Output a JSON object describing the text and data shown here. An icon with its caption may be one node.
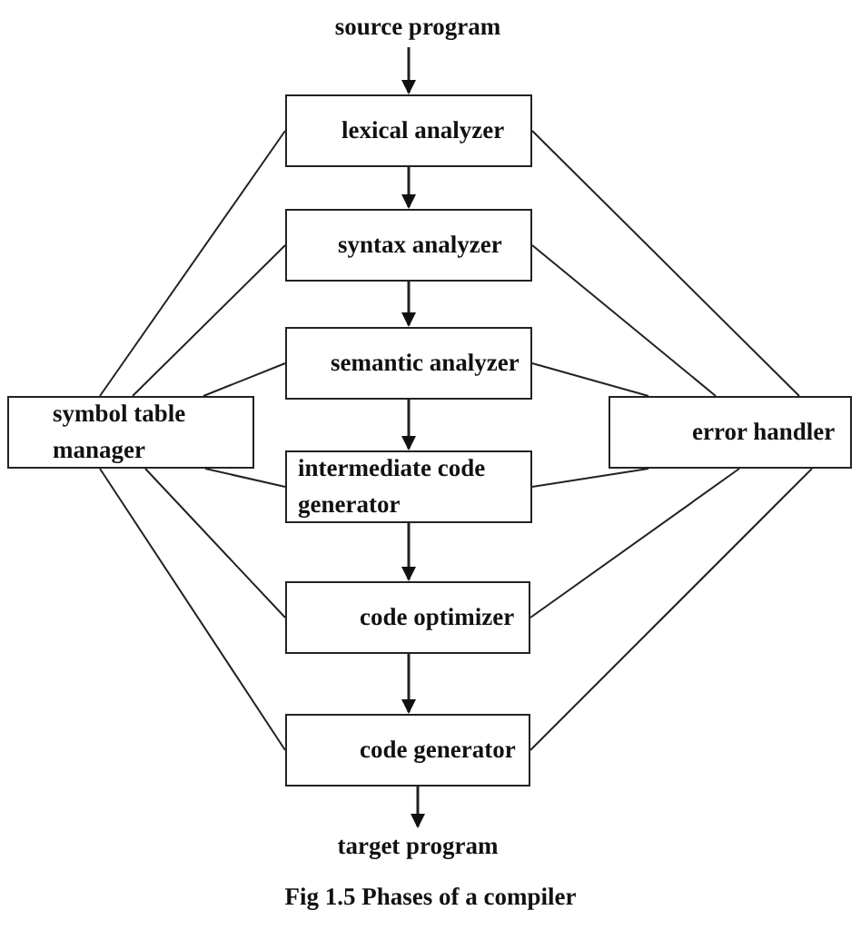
{
  "diagram": {
    "caption": "Fig 1.5 Phases of a compiler",
    "nodes": [
      {
        "text": [
          "source program"
        ]
      },
      {
        "text": [
          "lexical analyzer"
        ]
      },
      {
        "text": [
          "syntax analyzer"
        ]
      },
      {
        "text": [
          "semantic analyzer"
        ]
      },
      {
        "text": [
          "symbol table manager"
        ]
      },
      {
        "text": [
          "intermediate code generator"
        ]
      },
      {
        "text": [
          "error handler"
        ]
      },
      {
        "text": [
          "code optimizer"
        ]
      },
      {
        "text": [
          "code generator"
        ]
      },
      {
        "text": [
          "target program"
        ]
      }
    ],
    "edges": [
      {
        "from": 0,
        "to": 1,
        "arrow": "to"
      },
      {
        "from": 1,
        "to": 2,
        "arrow": "to"
      },
      {
        "from": 2,
        "to": 3,
        "arrow": "to"
      },
      {
        "from": 3,
        "to": 5,
        "arrow": "to"
      },
      {
        "from": 5,
        "to": 7,
        "arrow": "to"
      },
      {
        "from": 7,
        "to": 8,
        "arrow": "to"
      },
      {
        "from": 8,
        "to": 9,
        "arrow": "to"
      },
      {
        "from": 1,
        "to": 4,
        "arrow": "none"
      },
      {
        "from": 2,
        "to": 4,
        "arrow": "none"
      },
      {
        "from": 3,
        "to": 4,
        "arrow": "none"
      },
      {
        "from": 5,
        "to": 4,
        "arrow": "none"
      },
      {
        "from": 7,
        "to": 4,
        "arrow": "none"
      },
      {
        "from": 8,
        "to": 4,
        "arrow": "none"
      },
      {
        "from": 1,
        "to": 6,
        "arrow": "none"
      },
      {
        "from": 2,
        "to": 6,
        "arrow": "none"
      },
      {
        "from": 3,
        "to": 6,
        "arrow": "none"
      },
      {
        "from": 5,
        "to": 6,
        "arrow": "none"
      },
      {
        "from": 7,
        "to": 6,
        "arrow": "none"
      },
      {
        "from": 8,
        "to": 6,
        "arrow": "none"
      }
    ]
  }
}
